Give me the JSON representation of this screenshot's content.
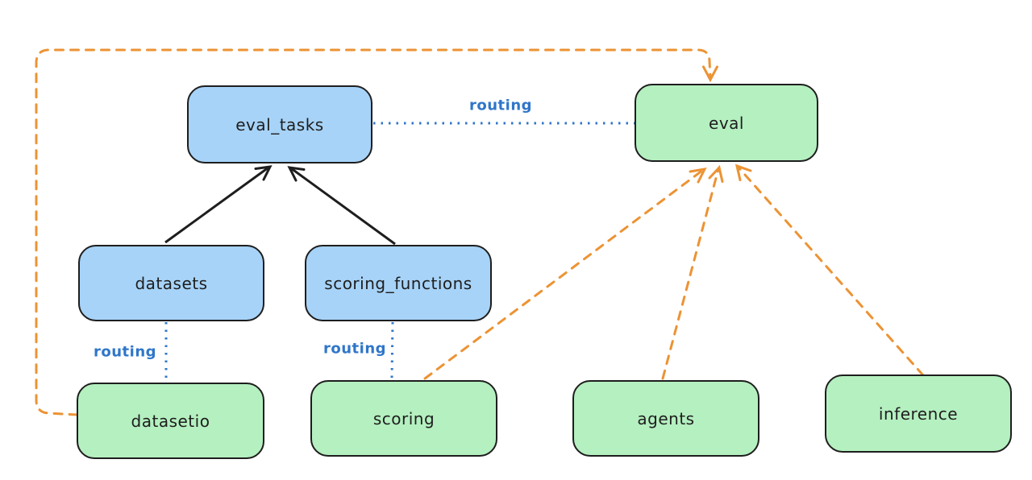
{
  "diagram": {
    "nodes": {
      "eval_tasks": {
        "label": "eval_tasks",
        "kind": "registry",
        "fill": "#a7d3f8"
      },
      "eval": {
        "label": "eval",
        "kind": "provider",
        "fill": "#b5f0c0"
      },
      "datasets": {
        "label": "datasets",
        "kind": "registry",
        "fill": "#a7d3f8"
      },
      "scoring_functions": {
        "label": "scoring_functions",
        "kind": "registry",
        "fill": "#a7d3f8"
      },
      "datasetio": {
        "label": "datasetio",
        "kind": "provider",
        "fill": "#b5f0c0"
      },
      "scoring": {
        "label": "scoring",
        "kind": "provider",
        "fill": "#b5f0c0"
      },
      "agents": {
        "label": "agents",
        "kind": "provider",
        "fill": "#b5f0c0"
      },
      "inference": {
        "label": "inference",
        "kind": "provider",
        "fill": "#b5f0c0"
      }
    },
    "edges": [
      {
        "from": "datasets",
        "to": "eval_tasks",
        "style": "solid-arrow",
        "color": "#1e1e1e",
        "label": ""
      },
      {
        "from": "scoring_functions",
        "to": "eval_tasks",
        "style": "solid-arrow",
        "color": "#1e1e1e",
        "label": ""
      },
      {
        "from": "eval_tasks",
        "to": "eval",
        "style": "dotted",
        "color": "#2f76c9",
        "label": "routing"
      },
      {
        "from": "datasets",
        "to": "datasetio",
        "style": "dotted",
        "color": "#2f76c9",
        "label": "routing"
      },
      {
        "from": "scoring_functions",
        "to": "scoring",
        "style": "dotted",
        "color": "#2f76c9",
        "label": "routing"
      },
      {
        "from": "datasetio",
        "to": "eval",
        "style": "dashed-arrow",
        "color": "#ec9334",
        "label": ""
      },
      {
        "from": "scoring",
        "to": "eval",
        "style": "dashed-arrow",
        "color": "#ec9334",
        "label": ""
      },
      {
        "from": "agents",
        "to": "eval",
        "style": "dashed-arrow",
        "color": "#ec9334",
        "label": ""
      },
      {
        "from": "inference",
        "to": "eval",
        "style": "dashed-arrow",
        "color": "#ec9334",
        "label": ""
      }
    ],
    "colors": {
      "node_border": "#1e1e1e",
      "registry_fill": "#a7d3f8",
      "provider_fill": "#b5f0c0",
      "routing_line": "#2f76c9",
      "provider_link_line": "#ec9334",
      "dependency_line": "#1e1e1e",
      "background": "#ffffff"
    }
  }
}
